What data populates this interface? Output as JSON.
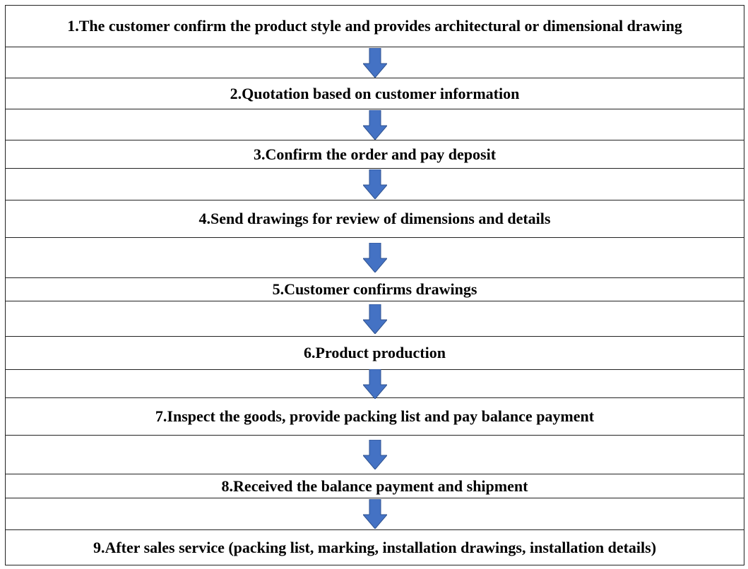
{
  "steps": [
    "1.The customer confirm the product style and provides architectural or dimensional drawing",
    "2.Quotation based on customer information",
    "3.Confirm the order and pay deposit",
    "4.Send drawings for review of dimensions and details",
    "5.Customer confirms drawings",
    "6.Product production",
    "7.Inspect the goods, provide packing list and pay balance payment",
    "8.Received the balance payment and shipment",
    "9.After sales service (packing list, marking, installation drawings, installation details)"
  ],
  "colors": {
    "arrow_fill": "#4472C4",
    "arrow_stroke": "#2F528F",
    "border": "#222222"
  }
}
